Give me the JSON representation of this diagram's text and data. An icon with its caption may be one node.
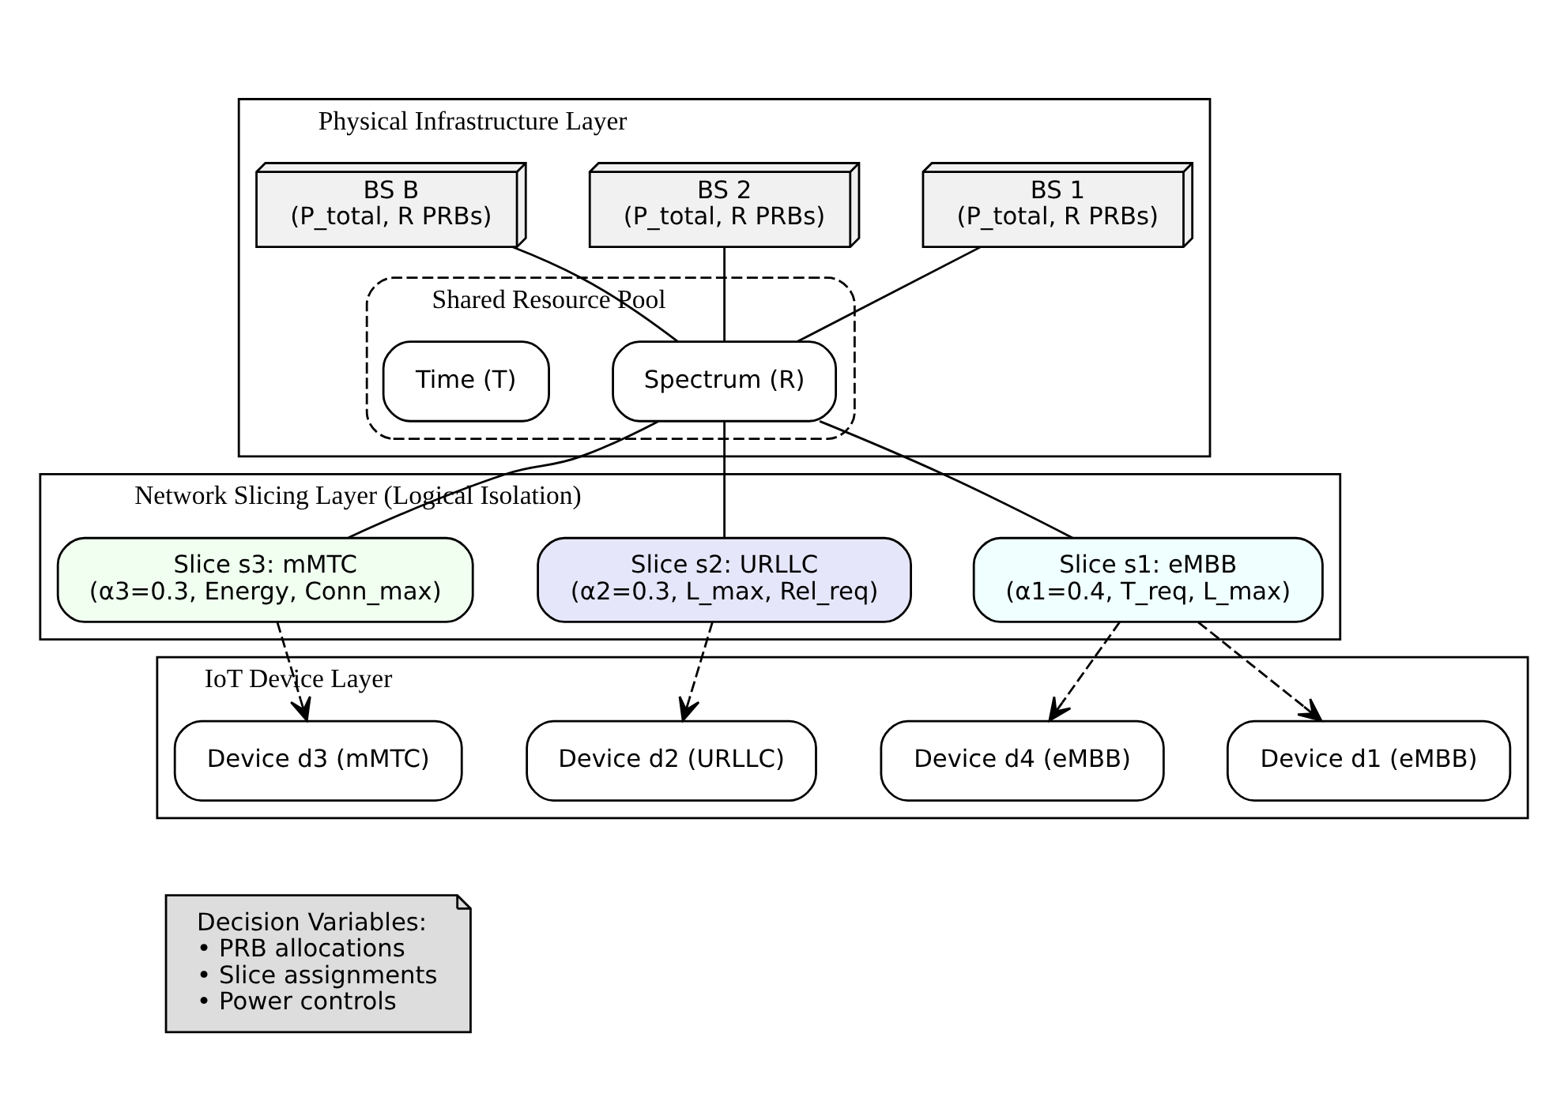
{
  "diagram": {
    "nodes": [
      {
        "text": [
          "Physical Infrastructure Layer"
        ]
      },
      {
        "text": [
          "BS 1",
          "(P_total, R PRBs)"
        ],
        "in": 0
      },
      {
        "text": [
          "BS 2",
          "(P_total, R PRBs)"
        ],
        "in": 0
      },
      {
        "text": [
          "BS B",
          "(P_total, R PRBs)"
        ],
        "in": 0
      },
      {
        "text": [
          "Shared Resource Pool"
        ],
        "in": 0
      },
      {
        "text": [
          "Spectrum (R)"
        ],
        "in": 4
      },
      {
        "text": [
          "Time (T)"
        ],
        "in": 4
      },
      {
        "text": [
          "Network Slicing Layer (Logical Isolation)"
        ]
      },
      {
        "text": [
          "Slice s1: eMBB",
          "(α1=0.4, T_req, L_max)"
        ],
        "in": 7
      },
      {
        "text": [
          "Slice s2: URLLC",
          "(α2=0.3, L_max, Rel_req)"
        ],
        "in": 7
      },
      {
        "text": [
          "Slice s3: mMTC",
          "(α3=0.3, Energy, Conn_max)"
        ],
        "in": 7
      },
      {
        "text": [
          "IoT Device Layer"
        ]
      },
      {
        "text": [
          "Device d1 (eMBB)"
        ],
        "in": 11
      },
      {
        "text": [
          "Device d4 (eMBB)"
        ],
        "in": 11
      },
      {
        "text": [
          "Device d2 (URLLC)"
        ],
        "in": 11
      },
      {
        "text": [
          "Device d3 (mMTC)"
        ],
        "in": 11
      },
      {
        "text": [
          "Decision Variables:",
          "• PRB allocations",
          "• Slice assignments",
          "• Power controls"
        ]
      }
    ],
    "edges": [
      {
        "from": 1,
        "to": 5,
        "arrow": "none"
      },
      {
        "from": 2,
        "to": 5,
        "arrow": "none"
      },
      {
        "from": 3,
        "to": 5,
        "arrow": "none"
      },
      {
        "from": 5,
        "to": 8,
        "arrow": "none"
      },
      {
        "from": 5,
        "to": 9,
        "arrow": "none"
      },
      {
        "from": 5,
        "to": 10,
        "arrow": "none"
      },
      {
        "from": 8,
        "to": 12,
        "arrow": "to",
        "style": "dashed"
      },
      {
        "from": 8,
        "to": 13,
        "arrow": "to",
        "style": "dashed"
      },
      {
        "from": 9,
        "to": 14,
        "arrow": "to",
        "style": "dashed"
      },
      {
        "from": 10,
        "to": 15,
        "arrow": "to",
        "style": "dashed"
      }
    ]
  }
}
